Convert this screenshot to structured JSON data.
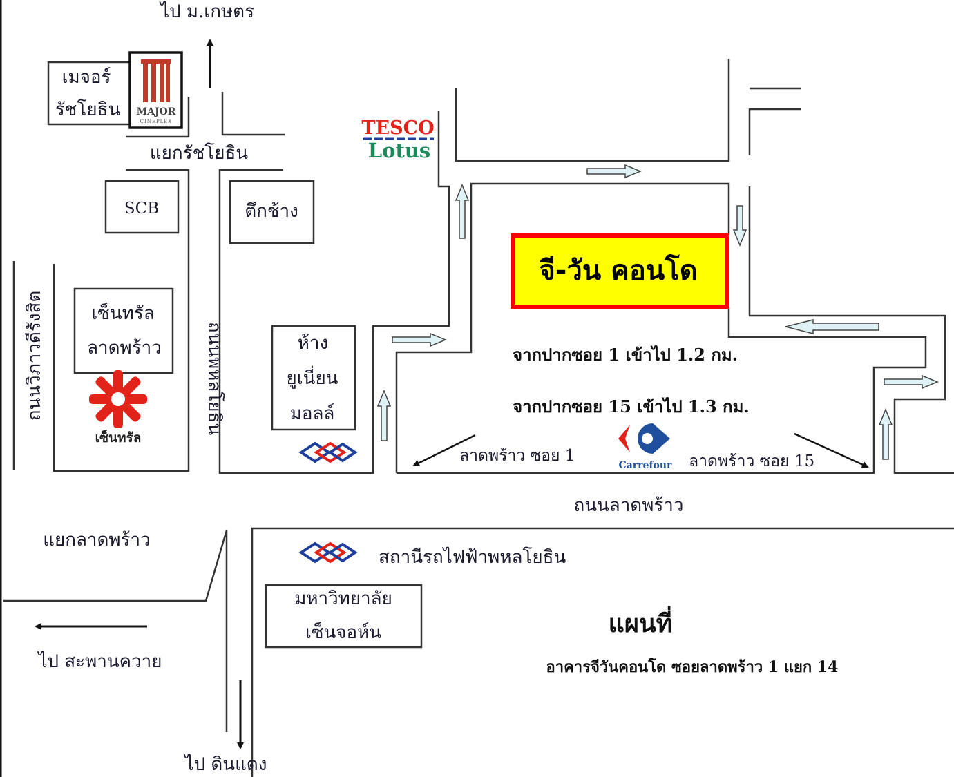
{
  "map": {
    "title": "แผนที่",
    "subtitle": "อาคารจีวันคอนโด ซอยลาดพร้าว 1 แยก 14",
    "destination_box": {
      "label": "จี-วัน คอนโด",
      "fill": "#ffff00",
      "border": "#ff0000"
    },
    "directions": [
      "ไป ม.เกษตร",
      "ไป สะพานควาย",
      "ไป ดินแดง"
    ],
    "intersections": [
      "แยกรัชโยธิน",
      "แยกลาดพร้าว"
    ],
    "roads": {
      "vibhavadi": "ถนนวิภาวดีรังสิต",
      "phahon": "ถนนพหลโยธิน",
      "ladprao": "ถนนลาดพร้าว",
      "soi1": "ลาดพร้าว ซอย 1",
      "soi15": "ลาดพร้าว ซอย 15"
    },
    "distances": [
      "จากปากซอย 1 เข้าไป 1.2 กม.",
      "จากปากซอย 15 เข้าไป 1.3 กม."
    ],
    "landmarks": {
      "major": {
        "line1": "เมจอร์",
        "line2": "รัชโยธิน",
        "logo_main": "MAJOR",
        "logo_sub": "CINEPLEX"
      },
      "scb": "SCB",
      "elephant": "ตึกช้าง",
      "tesco": {
        "line1": "TESCO",
        "line2": "Lotus"
      },
      "central": {
        "line1": "เซ็นทรัล",
        "line2": "ลาดพร้าว",
        "logo": "เซ็นทรัล"
      },
      "union": {
        "line1": "ห้าง",
        "line2": "ยูเนี่ยน",
        "line3": "มอลล์"
      },
      "carrefour": "Carrefour",
      "bts": "สถานีรถไฟฟ้าพหลโยธิน",
      "university": {
        "line1": "มหาวิทยาลัย",
        "line2": "เซ็นจอห์น"
      }
    }
  }
}
